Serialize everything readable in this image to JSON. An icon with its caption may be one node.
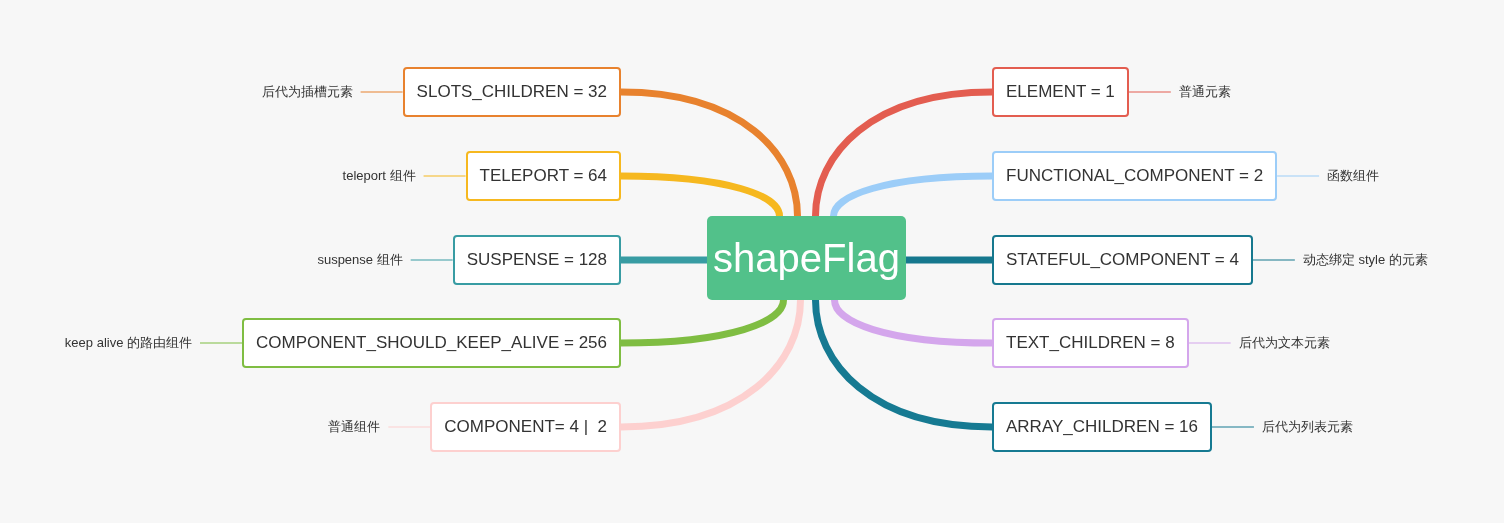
{
  "diagram": {
    "nodes": [
      {
        "text": [
          "shapeFlag"
        ]
      },
      {
        "text": [
          "ELEMENT = 1"
        ]
      },
      {
        "text": [
          "普通元素"
        ]
      },
      {
        "text": [
          "FUNCTIONAL_COMPONENT = 2"
        ]
      },
      {
        "text": [
          "函数组件"
        ]
      },
      {
        "text": [
          "STATEFUL_COMPONENT = 4"
        ]
      },
      {
        "text": [
          "动态绑定 style 的元素"
        ]
      },
      {
        "text": [
          "TEXT_CHILDREN = 8"
        ]
      },
      {
        "text": [
          "后代为文本元素"
        ]
      },
      {
        "text": [
          "ARRAY_CHILDREN = 16"
        ]
      },
      {
        "text": [
          "后代为列表元素"
        ]
      },
      {
        "text": [
          "SLOTS_CHILDREN = 32"
        ]
      },
      {
        "text": [
          "后代为插槽元素"
        ]
      },
      {
        "text": [
          "TELEPORT = 64"
        ]
      },
      {
        "text": [
          "teleport 组件"
        ]
      },
      {
        "text": [
          "SUSPENSE = 128"
        ]
      },
      {
        "text": [
          "suspense 组件"
        ]
      },
      {
        "text": [
          "COMPONENT_SHOULD_KEEP_ALIVE = 256"
        ]
      },
      {
        "text": [
          "keep alive 的路由组件"
        ]
      },
      {
        "text": [
          "COMPONENT= 4 |  2"
        ]
      },
      {
        "text": [
          "普通组件"
        ]
      }
    ],
    "edges": [
      {
        "from": 0,
        "to": 1,
        "arrow": "none",
        "style": "thick",
        "color": "#e35d50"
      },
      {
        "from": 1,
        "to": 2,
        "arrow": "none",
        "color": "#e35d50"
      },
      {
        "from": 0,
        "to": 3,
        "arrow": "none",
        "style": "thick",
        "color": "#9ccdf8"
      },
      {
        "from": 3,
        "to": 4,
        "arrow": "none",
        "color": "#9ccdf8"
      },
      {
        "from": 0,
        "to": 5,
        "arrow": "none",
        "style": "thick",
        "color": "#16788e"
      },
      {
        "from": 5,
        "to": 6,
        "arrow": "none",
        "color": "#16788e"
      },
      {
        "from": 0,
        "to": 7,
        "arrow": "none",
        "style": "thick",
        "color": "#d4a6ec"
      },
      {
        "from": 7,
        "to": 8,
        "arrow": "none",
        "color": "#d4a6ec"
      },
      {
        "from": 0,
        "to": 9,
        "arrow": "none",
        "style": "thick",
        "color": "#167a92"
      },
      {
        "from": 9,
        "to": 10,
        "arrow": "none",
        "color": "#167a92"
      },
      {
        "from": 0,
        "to": 11,
        "arrow": "none",
        "style": "thick",
        "color": "#e8822e"
      },
      {
        "from": 11,
        "to": 12,
        "arrow": "none",
        "color": "#e8822e"
      },
      {
        "from": 0,
        "to": 13,
        "arrow": "none",
        "style": "thick",
        "color": "#f6b81f"
      },
      {
        "from": 13,
        "to": 14,
        "arrow": "none",
        "color": "#f6b81f"
      },
      {
        "from": 0,
        "to": 15,
        "arrow": "none",
        "style": "thick",
        "color": "#389ca3"
      },
      {
        "from": 15,
        "to": 16,
        "arrow": "none",
        "color": "#389ca3"
      },
      {
        "from": 0,
        "to": 17,
        "arrow": "none",
        "style": "thick",
        "color": "#7fbd42"
      },
      {
        "from": 17,
        "to": 18,
        "arrow": "none",
        "color": "#7fbd42"
      },
      {
        "from": 0,
        "to": 19,
        "arrow": "none",
        "style": "thick",
        "color": "#fdd0cf"
      },
      {
        "from": 19,
        "to": 20,
        "arrow": "none",
        "color": "#fdd0cf"
      }
    ]
  }
}
